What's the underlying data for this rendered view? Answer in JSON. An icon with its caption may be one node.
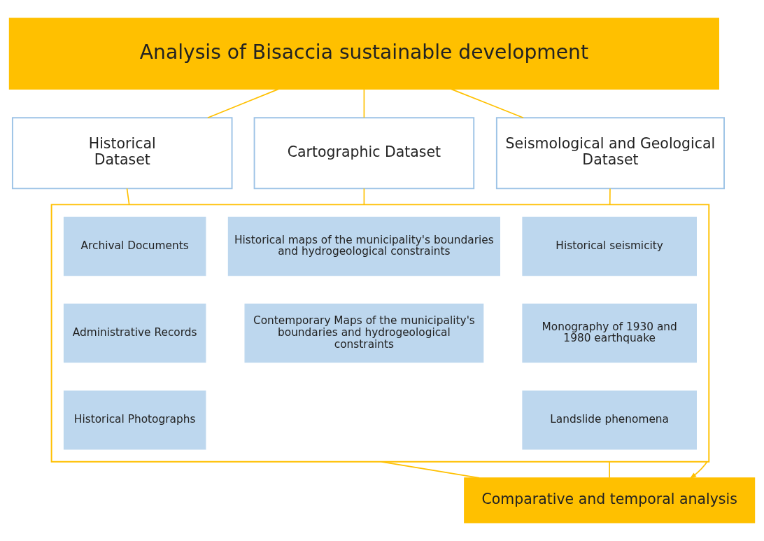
{
  "diagram": {
    "nodes": [
      {
        "text": [
          "Analysis of Bisaccia sustainable development"
        ]
      },
      {
        "text": [
          "Historical Dataset"
        ]
      },
      {
        "text": [
          "Cartographic Dataset"
        ]
      },
      {
        "text": [
          "Seismological and Geological Dataset"
        ]
      },
      {
        "text": [],
        "shape": "box"
      },
      {
        "text": [
          "Archival Documents"
        ],
        "in": 4
      },
      {
        "text": [
          "Administrative Records"
        ],
        "in": 4
      },
      {
        "text": [
          "Historical Photographs"
        ],
        "in": 4
      },
      {
        "text": [
          "Historical maps of the municipality's boundaries and hydrogeological constraints"
        ],
        "in": 4
      },
      {
        "text": [
          "Contemporary Maps of the municipality's boundaries and hydrogeological constraints"
        ],
        "in": 4
      },
      {
        "text": [
          "Historical seismicity"
        ],
        "in": 4
      },
      {
        "text": [
          "Monography of 1930 and 1980 earthquake"
        ],
        "in": 4
      },
      {
        "text": [
          "Landslide phenomena"
        ],
        "in": 4
      },
      {
        "text": [
          "Comparative and temporal analysis"
        ]
      }
    ],
    "edges": [
      {
        "from": 0,
        "to": 1,
        "arrow": "none"
      },
      {
        "from": 0,
        "to": 2,
        "arrow": "none"
      },
      {
        "from": 0,
        "to": 3,
        "arrow": "none"
      },
      {
        "from": 1,
        "to": 4,
        "arrow": "none"
      },
      {
        "from": 2,
        "to": 4,
        "arrow": "none"
      },
      {
        "from": 3,
        "to": 4,
        "arrow": "none"
      },
      {
        "from": 4,
        "to": 13,
        "arrow": "none"
      },
      {
        "from": 4,
        "to": 13,
        "arrow": "to"
      },
      {
        "from": 4,
        "to": 13,
        "arrow": "none"
      }
    ]
  }
}
